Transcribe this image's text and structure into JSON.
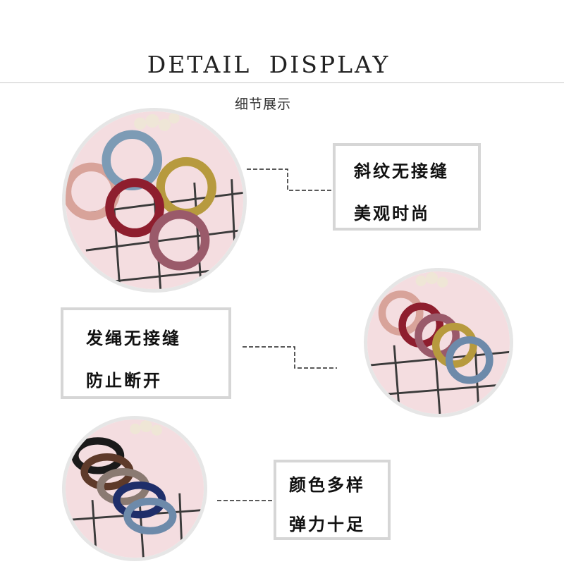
{
  "header": {
    "title": "DETAIL DISPLAY",
    "subtitle": "细节展示"
  },
  "details": [
    {
      "line1": "斜纹无接缝",
      "line2": "美观时尚"
    },
    {
      "line1": "发绳无接缝",
      "line2": "防止断开"
    },
    {
      "line1": "颜色多样",
      "line2": "弹力十足"
    }
  ],
  "colors": {
    "background_pink": "#f4dde0",
    "grid_line": "#3a3a3a",
    "box_border": "#d6d6d6",
    "circle_border": "#e6e6e6",
    "ring_colors": [
      "#d8a39a",
      "#7d9bb5",
      "#8e1e2e",
      "#b79a3e",
      "#9a5a6a",
      "#1a1a1a",
      "#5e3a2a",
      "#8a7a72",
      "#1f2e6a",
      "#6d8aaa"
    ]
  }
}
